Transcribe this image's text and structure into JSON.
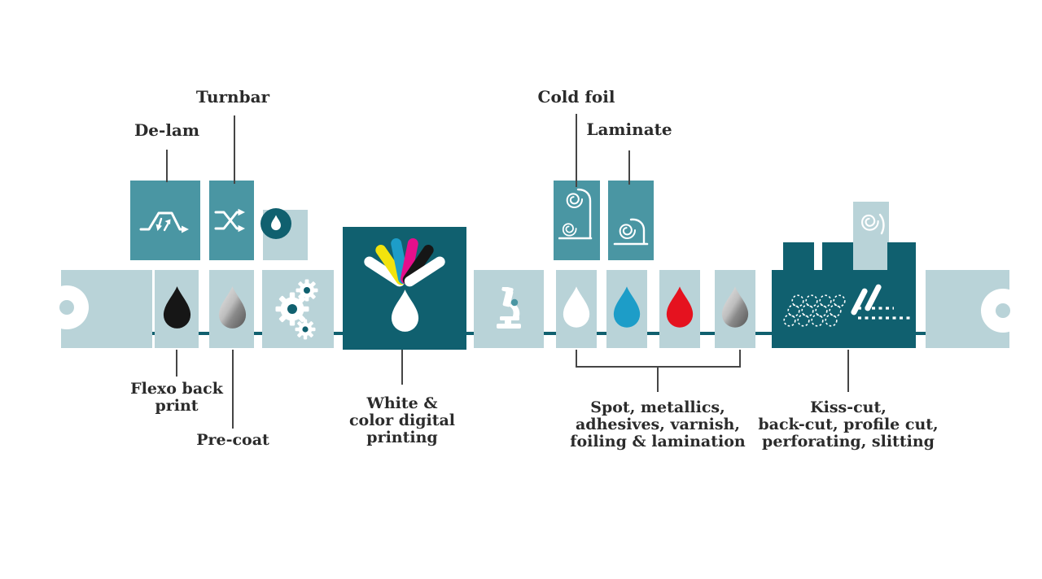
{
  "palette": {
    "light": "#b9d3d8",
    "mid": "#4a96a3",
    "dark": "#10606f",
    "line": "#454545",
    "text": "#2b2b2b",
    "cyan": "#1d9dc8",
    "red": "#e5121f",
    "magenta": "#e50f8b",
    "yellow": "#f2e30d",
    "ink_black": "#161616"
  },
  "stations": {
    "unwind": {
      "icon": "reel-icon"
    },
    "delam": {
      "label": "De-lam",
      "icon": "delam-web-path-icon"
    },
    "turnbar": {
      "label": "Turnbar",
      "icon": "crossed-arrows-icon"
    },
    "precoat_unit": {
      "icon": "drop-badge-icon"
    },
    "flexo": {
      "label_lines": [
        "Flexo back",
        "print"
      ],
      "icon": "black-ink-drop-icon"
    },
    "precoat": {
      "label": "Pre-coat",
      "icon": "silver-ink-drop-icon"
    },
    "curing": {
      "icon": "gears-icon"
    },
    "digital": {
      "label_lines": [
        "White &",
        "color digital",
        "printing"
      ],
      "icon": "cmyk-fan-and-drop-icon"
    },
    "inspection": {
      "icon": "microscope-icon"
    },
    "finishing": {
      "label_lines": [
        "Spot, metallics,",
        "adhesives, varnish,",
        "foiling & lamination"
      ],
      "icons": [
        "white-drop-icon",
        "cyan-drop-icon",
        "red-drop-icon",
        "metallic-drop-icon"
      ]
    },
    "cold_foil": {
      "label": "Cold foil",
      "icon": "double-foil-roll-icon"
    },
    "laminate": {
      "label": "Laminate",
      "icon": "laminate-roll-icon"
    },
    "diecut": {
      "label_lines": [
        "Kiss-cut,",
        "back-cut, profile cut,",
        "perforating, slitting"
      ],
      "icons": [
        "kiss-cut-labels-pattern-icon",
        "cutting-blades-icon",
        "web-roll-icon"
      ]
    },
    "rewind": {
      "icon": "reel-icon"
    }
  }
}
